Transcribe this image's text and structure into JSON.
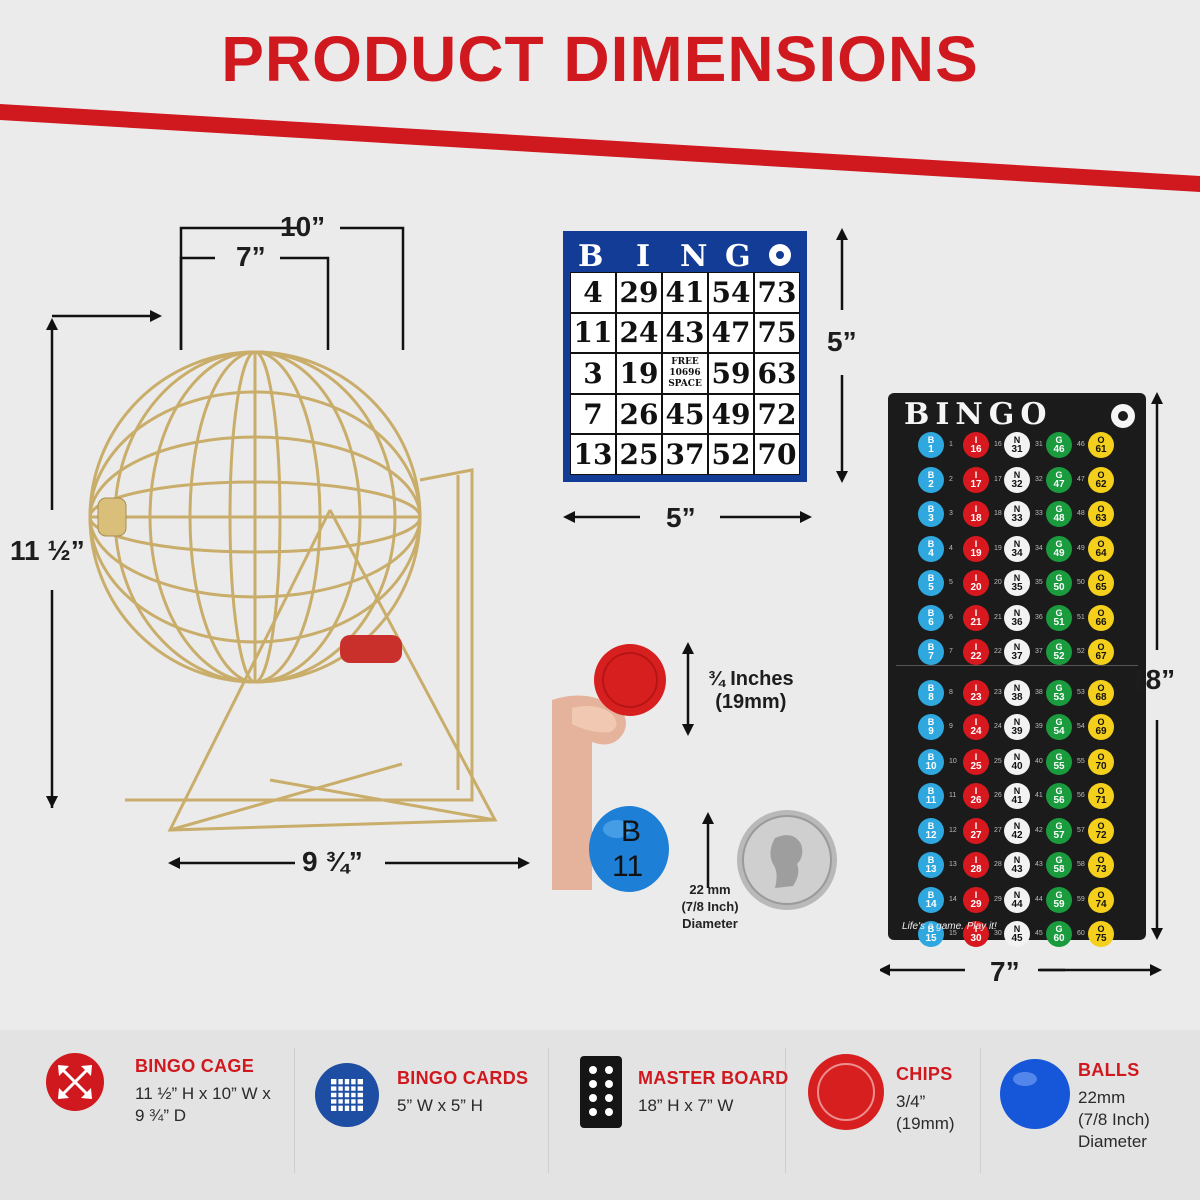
{
  "title": "PRODUCT DIMENSIONS",
  "colors": {
    "accent": "#d0181f",
    "brass": "#c9ad6a",
    "card_blue": "#123c95"
  },
  "cage": {
    "width_outer": "10”",
    "width_inner": "7”",
    "height": "11 ½”",
    "depth": "9 ¾”"
  },
  "card": {
    "header": [
      "B",
      "I",
      "N",
      "G"
    ],
    "size_h": "5”",
    "size_w": "5”",
    "rows": [
      [
        "4",
        "29",
        "41",
        "54",
        "73"
      ],
      [
        "11",
        "24",
        "43",
        "47",
        "75"
      ],
      [
        "3",
        "19",
        "",
        "59",
        "63"
      ],
      [
        "7",
        "26",
        "45",
        "49",
        "72"
      ],
      [
        "13",
        "25",
        "37",
        "52",
        "70"
      ]
    ],
    "free_lines": [
      "FREE",
      "10696",
      "SPACE"
    ]
  },
  "chip": {
    "size": "¾ Inches",
    "metric": "(19mm)"
  },
  "ball": {
    "letter": "B",
    "number": "11",
    "size": "22 mm",
    "inch": "(7/8 Inch)",
    "label": "Diameter"
  },
  "master": {
    "header": "BINGO",
    "height": "18”",
    "width": "7”",
    "tagline": "Life's a game. Play it!",
    "letters": [
      "B",
      "I",
      "N",
      "G",
      "O"
    ],
    "colors": [
      "#2fa8e0",
      "#d7191f",
      "#f2f2f2",
      "#1a9b3e",
      "#f4cf1b"
    ]
  },
  "features": [
    {
      "title": "BINGO CAGE",
      "lines": [
        "11 ½” H x 10” W x",
        "9 ¾” D"
      ]
    },
    {
      "title": "BINGO CARDS",
      "lines": [
        "5” W x 5” H"
      ]
    },
    {
      "title": "MASTER BOARD",
      "lines": [
        "18” H x 7” W"
      ]
    },
    {
      "title": "CHIPS",
      "lines": [
        "3/4”",
        "(19mm)"
      ]
    },
    {
      "title": "BALLS",
      "lines": [
        "22mm",
        "(7/8 Inch)",
        "Diameter"
      ]
    }
  ]
}
